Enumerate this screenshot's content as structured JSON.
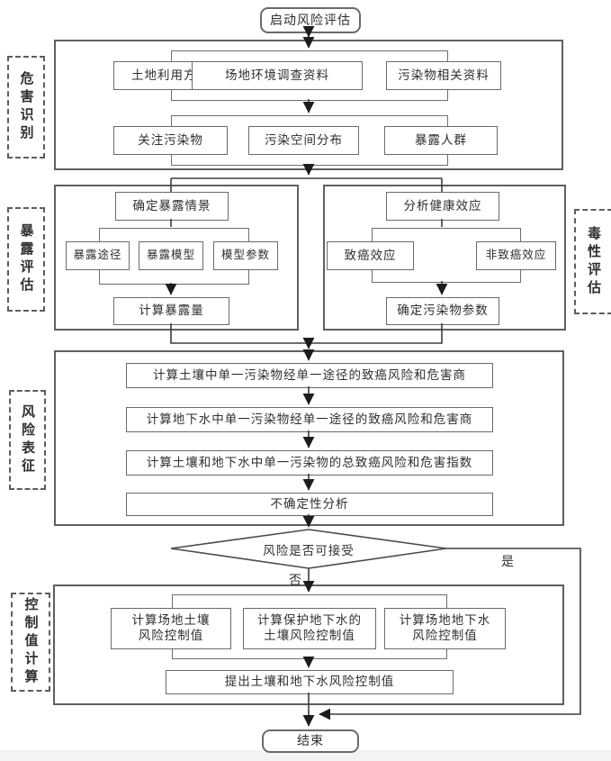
{
  "colors": {
    "line": "#3d3d3d",
    "box_border": "#6a6a6a",
    "container_border": "#5f5f5f",
    "text": "#2f2f2f",
    "background": "#ffffff",
    "bottom_strip": "#f3f3f3"
  },
  "flowchart": {
    "start": "启动风险评估",
    "end": "结束",
    "decision": {
      "text": "风险是否可接受",
      "yes": "是",
      "no": "否"
    },
    "sections": {
      "hazard_identification": {
        "label": "危害识别",
        "row1": [
          "土地利用方式",
          "场地环境调查资料",
          "污染物相关资料"
        ],
        "row2": [
          "关注污染物",
          "污染空间分布",
          "暴露人群"
        ]
      },
      "exposure_assessment": {
        "label": "暴露评估",
        "top": "确定暴露情景",
        "items": [
          "暴露途径",
          "暴露模型",
          "模型参数"
        ],
        "bottom": "计算暴露量"
      },
      "toxicity_assessment": {
        "label": "毒性评估",
        "top": "分析健康效应",
        "items": [
          "致癌效应",
          "非致癌效应"
        ],
        "bottom": "确定污染物参数"
      },
      "risk_characterization": {
        "label": "风险表征",
        "steps": [
          "计算土壤中单一污染物经单一途径的致癌风险和危害商",
          "计算地下水中单一污染物经单一途径的致癌风险和危害商",
          "计算土壤和地下水中单一污染物的总致癌风险和危害指数",
          "不确定性分析"
        ]
      },
      "control_value_calculation": {
        "label": "控制值计算",
        "row": [
          "计算场地土壤\n风险控制值",
          "计算保护地下水的\n土壤风险控制值",
          "计算场地地下水\n风险控制值"
        ],
        "bottom": "提出土壤和地下水风险控制值"
      }
    }
  }
}
